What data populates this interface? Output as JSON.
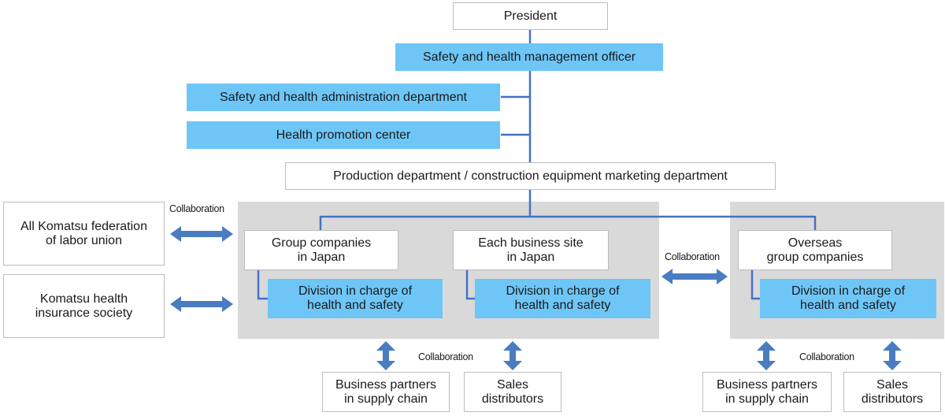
{
  "nodes": {
    "president": "President",
    "safety_officer": "Safety and health management officer",
    "admin_dept": "Safety and health administration department",
    "health_center": "Health promotion center",
    "production_dept": "Production department / construction equipment marketing department",
    "labor_union": "All Komatsu federation\nof labor union",
    "health_insurance": "Komatsu health\ninsurance society",
    "group_japan": "Group companies\nin Japan",
    "business_site": "Each business site\nin Japan",
    "overseas": "Overseas\ngroup companies",
    "division_1": "Division in charge of\nhealth and safety",
    "division_2": "Division in charge of\nhealth and safety",
    "division_3": "Division in charge of\nhealth and safety",
    "partners_1": "Business partners\nin supply chain",
    "sales_1": "Sales\ndistributors",
    "partners_2": "Business partners\nin supply chain",
    "sales_2": "Sales\ndistributors"
  },
  "labels": {
    "collab_left": "Collaboration",
    "collab_middle": "Collaboration",
    "collab_bottom_left": "Collaboration",
    "collab_bottom_right": "Collaboration"
  },
  "colors": {
    "line": "#4472c4",
    "arrow": "#4a7cc2",
    "blue_box": "#6ec6f7",
    "panel": "#d9d9d9"
  }
}
